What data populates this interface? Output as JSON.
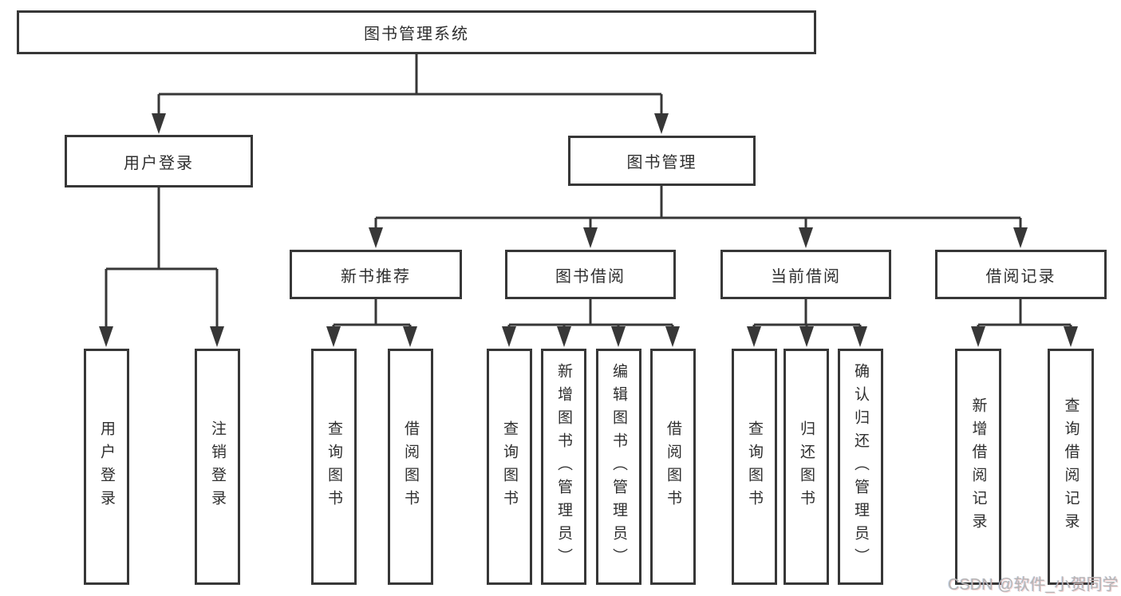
{
  "diagram": {
    "tree": {
      "label": "图书管理系统",
      "children": [
        {
          "label": "用户登录",
          "children": [
            {
              "label": "用户登录"
            },
            {
              "label": "注销登录"
            }
          ]
        },
        {
          "label": "图书管理",
          "children": [
            {
              "label": "新书推荐",
              "children": [
                {
                  "label": "查询图书"
                },
                {
                  "label": "借阅图书"
                }
              ]
            },
            {
              "label": "图书借阅",
              "children": [
                {
                  "label": "查询图书"
                },
                {
                  "label": "新增图书（管理员）"
                },
                {
                  "label": "编辑图书（管理员）"
                },
                {
                  "label": "借阅图书"
                }
              ]
            },
            {
              "label": "当前借阅",
              "children": [
                {
                  "label": "查询图书"
                },
                {
                  "label": "归还图书"
                },
                {
                  "label": "确认归还（管理员）"
                }
              ]
            },
            {
              "label": "借阅记录",
              "children": [
                {
                  "label": "新增借阅记录"
                },
                {
                  "label": "查询借阅记录"
                }
              ]
            }
          ]
        }
      ]
    },
    "watermark": "CSDN @软件_小贺同学",
    "colors": {
      "line": "#373737",
      "text": "#2f2f2f",
      "watermark": "#b5b5b5",
      "background": "#ffffff"
    }
  }
}
